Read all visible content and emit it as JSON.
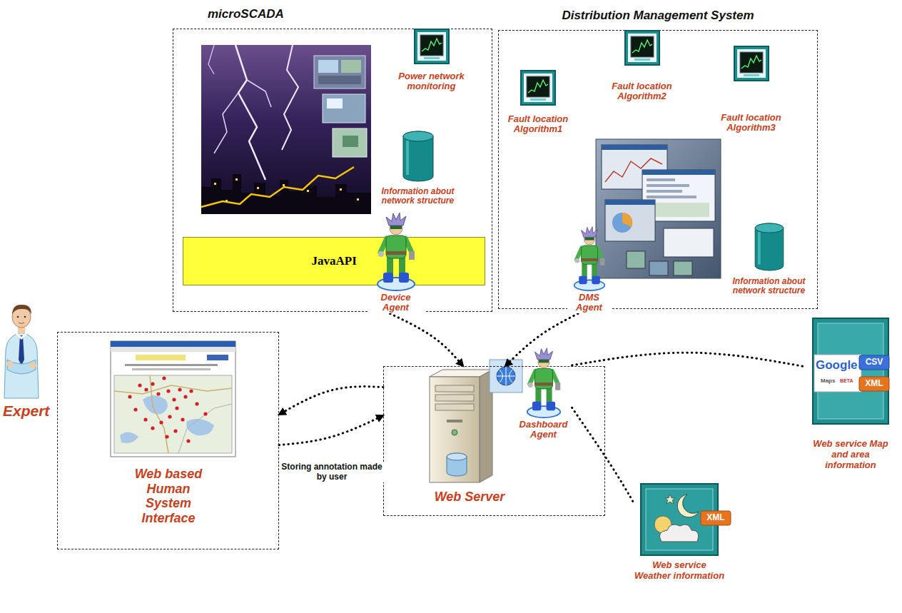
{
  "diagram": {
    "nodes": [
      {
        "text": [
          "microSCADA"
        ]
      },
      {
        "text": [
          "Power network monitoring"
        ],
        "in": 0
      },
      {
        "text": [
          "Information about network structure"
        ],
        "in": 0
      },
      {
        "text": [
          "JavaAPI"
        ],
        "in": 0
      },
      {
        "text": [
          "Device Agent"
        ],
        "in": 0
      },
      {
        "text": [
          "Distribution Management System"
        ]
      },
      {
        "text": [
          "Fault location Algorithm1"
        ],
        "in": 5
      },
      {
        "text": [
          "Fault location Algorithm2"
        ],
        "in": 5
      },
      {
        "text": [
          "Fault location Algorithm3"
        ],
        "in": 5
      },
      {
        "text": [
          "Information about network structure"
        ],
        "in": 5
      },
      {
        "text": [
          "DMS Agent"
        ],
        "in": 5
      },
      {
        "text": [
          "Expert"
        ]
      },
      {
        "text": [
          "Web based Human System Interface"
        ]
      },
      {
        "text": [
          "Web Server"
        ]
      },
      {
        "text": [
          "Dashboard Agent"
        ],
        "in": 13
      },
      {
        "text": [
          "Web service Map and area information"
        ]
      },
      {
        "text": [
          "Web service Weather information"
        ]
      }
    ],
    "edges": [
      {
        "from": 4,
        "to": 13,
        "arrow": "to"
      },
      {
        "from": 10,
        "to": 13,
        "arrow": "to"
      },
      {
        "from": 13,
        "to": 12,
        "arrow": "to"
      },
      {
        "from": 12,
        "to": 13,
        "label": "Storing annotation made by user",
        "arrow": "to"
      },
      {
        "from": 14,
        "to": 15,
        "arrow": "none"
      },
      {
        "from": 14,
        "to": 16,
        "arrow": "none"
      }
    ],
    "labels": [
      "Google",
      "Maps",
      "BETA",
      "CSV",
      "XML",
      "XML"
    ]
  }
}
